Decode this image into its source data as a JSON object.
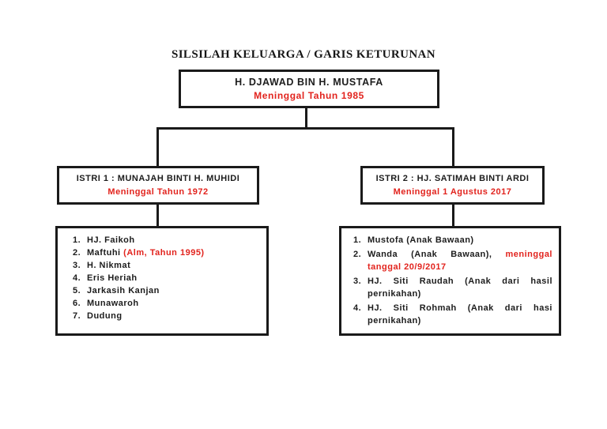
{
  "title": "SILSILAH KELUARGA / GARIS KETURUNAN",
  "colors": {
    "accent_red": "#e2231d",
    "line_black": "#1a1a1a"
  },
  "root": {
    "name": "H. DJAWAD BIN H. MUSTAFA",
    "note": "Meninggal Tahun 1985"
  },
  "wives": [
    {
      "label": "ISTRI 1 : MUNAJAH BINTI H. MUHIDI",
      "note": "Meninggal Tahun 1972",
      "children": [
        {
          "num": "1.",
          "name": "HJ. Faikoh"
        },
        {
          "num": "2.",
          "name": "Maftuhi ",
          "note": "(Alm, Tahun 1995)"
        },
        {
          "num": "3.",
          "name": "H. Nikmat"
        },
        {
          "num": "4.",
          "name": "Eris Heriah"
        },
        {
          "num": "5.",
          "name": "Jarkasih Kanjan"
        },
        {
          "num": "6.",
          "name": "Munawaroh"
        },
        {
          "num": "7.",
          "name": "Dudung"
        }
      ]
    },
    {
      "label": "ISTRI 2 : HJ. SATIMAH BINTI ARDI",
      "note": "Meninggal 1 Agustus 2017",
      "children": [
        {
          "num": "1.",
          "name": "Mustofa (Anak Bawaan)"
        },
        {
          "num": "2.",
          "name": "Wanda (Anak Bawaan), ",
          "note": "meninggal tanggal 20/9/2017"
        },
        {
          "num": "3.",
          "name": "HJ. Siti Raudah (Anak dari hasil pernikahan)"
        },
        {
          "num": "4.",
          "name": "HJ. Siti Rohmah (Anak dari hasi pernikahan)"
        }
      ]
    }
  ]
}
